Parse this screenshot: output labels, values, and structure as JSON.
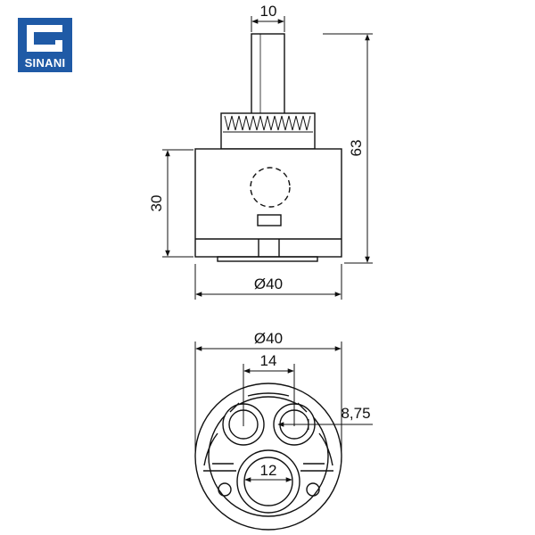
{
  "brand": {
    "name": "SINANI",
    "color": "#1f5aa6"
  },
  "side_view": {
    "stem_width": "10",
    "total_height": "63",
    "body_height": "30",
    "body_diameter": "Ø40"
  },
  "bottom_view": {
    "outer_diameter": "Ø40",
    "port_spacing": "14",
    "port_radius": "8,75",
    "outlet_diameter": "12"
  }
}
